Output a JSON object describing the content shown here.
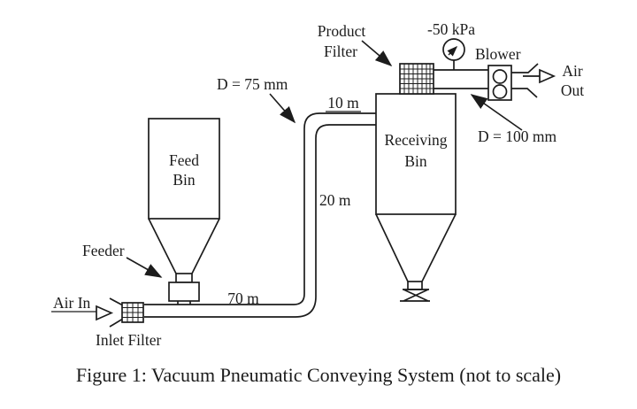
{
  "diagram": {
    "caption": "Figure 1: Vacuum Pneumatic Conveying System (not to scale)",
    "labels": {
      "product_filter_line1": "Product",
      "product_filter_line2": "Filter",
      "pressure_reading": "-50 kPa",
      "blower": "Blower",
      "air_out_line1": "Air",
      "air_out_line2": "Out",
      "pipe_diameter_100": "D = 100 mm",
      "pipe_diameter_75": "D = 75 mm",
      "pipe_length_10": "10 m",
      "receiving_bin_line1": "Receiving",
      "receiving_bin_line2": "Bin",
      "pipe_length_20": "20 m",
      "feed_bin_line1": "Feed",
      "feed_bin_line2": "Bin",
      "feeder": "Feeder",
      "air_in": "Air In",
      "pipe_length_70": "70 m",
      "inlet_filter": "Inlet Filter"
    },
    "colors": {
      "line": "#1c1c1c",
      "background": "#ffffff"
    }
  }
}
